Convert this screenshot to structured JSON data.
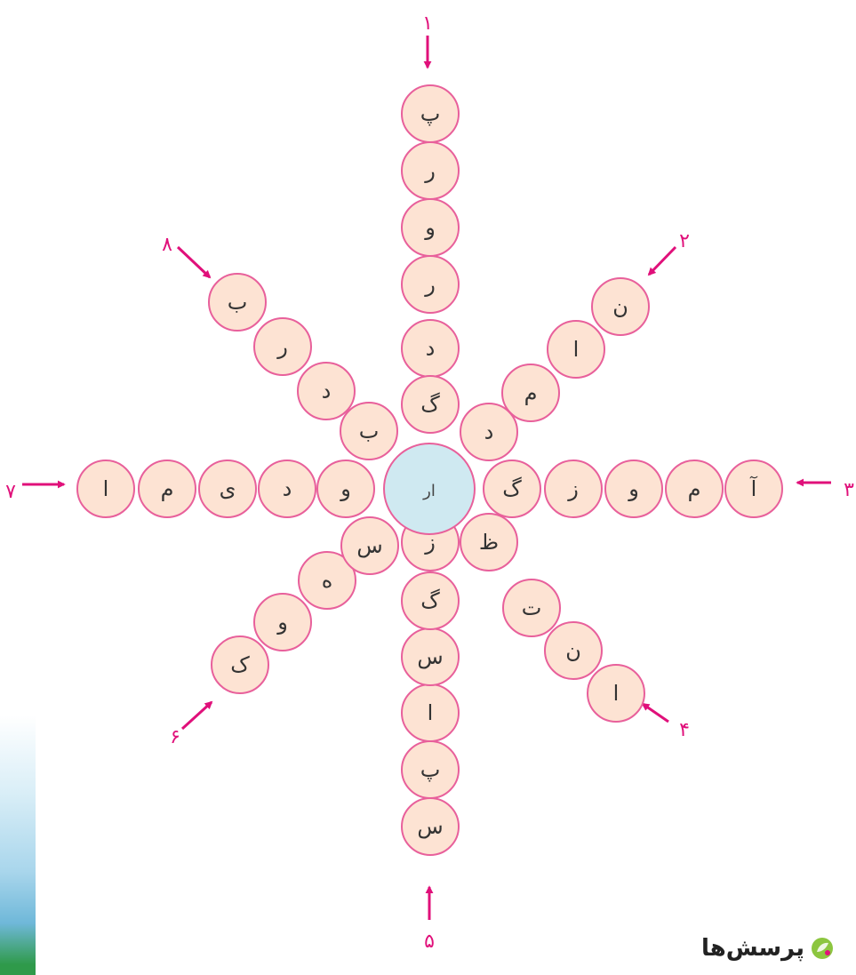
{
  "center": {
    "label": "ار"
  },
  "colors": {
    "circle_fill": "#fde3d3",
    "circle_stroke": "#e8609b",
    "center_fill": "#cfe9f1",
    "arrow": "#e0107a"
  },
  "rays": [
    {
      "number": "۱",
      "letters": [
        "پ",
        "ر",
        "و",
        "ر",
        "د",
        "گ"
      ]
    },
    {
      "number": "۲",
      "letters": [
        "ن",
        "ا",
        "م",
        "د"
      ]
    },
    {
      "number": "۳",
      "letters": [
        "آ",
        "م",
        "و",
        "ز",
        "گ"
      ]
    },
    {
      "number": "۴",
      "letters": [
        "ا",
        "ن",
        "ت",
        "ظ"
      ]
    },
    {
      "number": "۵",
      "letters": [
        "س",
        "پ",
        "ا",
        "س",
        "گ",
        "ز"
      ]
    },
    {
      "number": "۶",
      "letters": [
        "ک",
        "و",
        "ه",
        "س"
      ]
    },
    {
      "number": "۷",
      "letters": [
        "ا",
        "م",
        "ی",
        "د",
        "و"
      ]
    },
    {
      "number": "۸",
      "letters": [
        "ب",
        "ر",
        "د",
        "ب"
      ]
    }
  ],
  "questions": {
    "title": "پرسش‌ها",
    "icon": "leaf-icon"
  }
}
